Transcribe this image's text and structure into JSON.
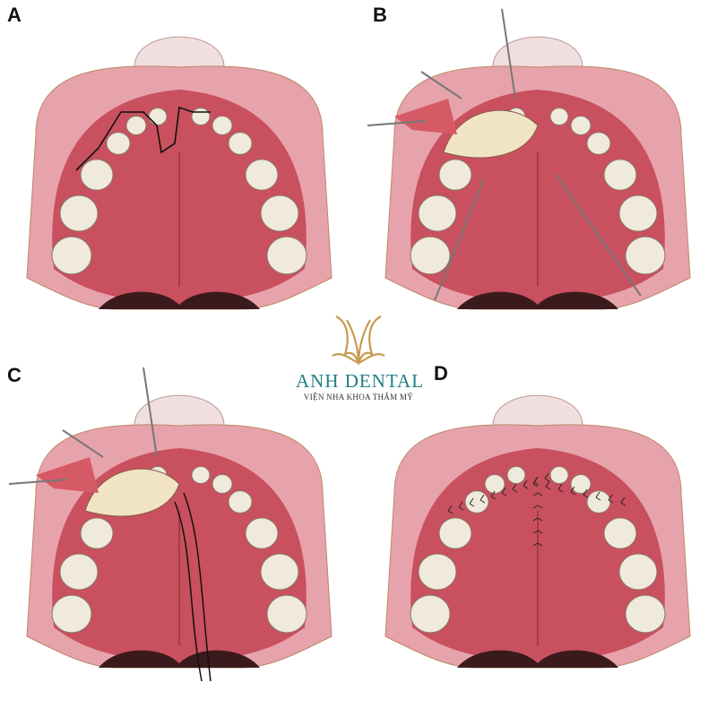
{
  "panels": [
    {
      "label": "A",
      "stage": "incision"
    },
    {
      "label": "B",
      "stage": "flap-elevation"
    },
    {
      "label": "C",
      "stage": "closure-nasal"
    },
    {
      "label": "D",
      "stage": "sutured"
    }
  ],
  "logo": {
    "brand": "ANH DENTAL",
    "tagline": "VIỆN NHA KHOA THẨM MỸ"
  },
  "colors": {
    "gum": "#c9505e",
    "lip": "#e7a3ab",
    "tooth": "#efeadb",
    "nose": "#f1dede",
    "mouth": "#3b1a1d",
    "logo_gold": "#c79a52",
    "logo_teal": "#1f7f86"
  }
}
